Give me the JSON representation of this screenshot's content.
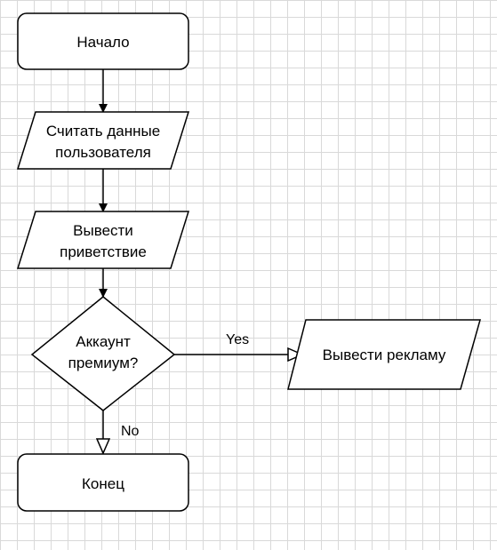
{
  "nodes": {
    "start": {
      "lines": [
        "Начало"
      ]
    },
    "read_user_data": {
      "lines": [
        "Считать данные",
        "пользователя"
      ]
    },
    "print_greeting": {
      "lines": [
        "Вывести",
        "приветствие"
      ]
    },
    "premium_check": {
      "lines": [
        "Аккаунт",
        "премиум?"
      ]
    },
    "show_ads": {
      "lines": [
        "Вывести рекламу"
      ]
    },
    "end": {
      "lines": [
        "Конец"
      ]
    }
  },
  "edges": {
    "yes_label": "Yes",
    "no_label": "No"
  }
}
